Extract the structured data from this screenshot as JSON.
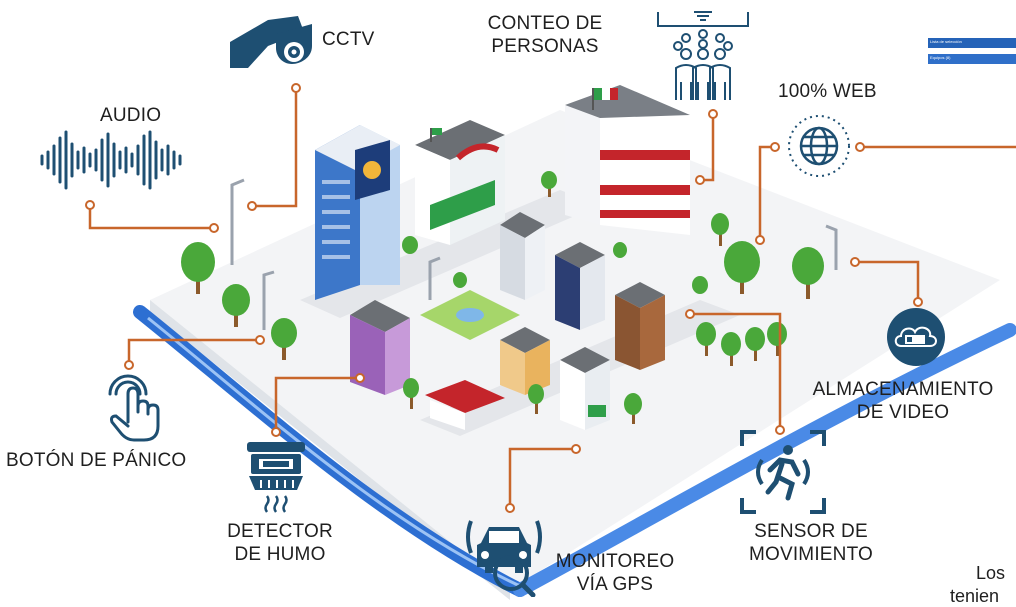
{
  "labels": {
    "audio": "AUDIO",
    "cctv": "CCTV",
    "conteo_1": "CONTEO DE",
    "conteo_2": "PERSONAS",
    "web": "100% WEB",
    "almacen_1": "ALMACENAMIENTO",
    "almacen_2": "DE VIDEO",
    "sensor_1": "SENSOR DE",
    "sensor_2": "MOVIMIENTO",
    "gps_1": "MONITOREO",
    "gps_2": "VÍA GPS",
    "humo_1": "DETECTOR",
    "humo_2": "DE HUMO",
    "panico": "BOTÓN DE PÁNICO"
  },
  "side_panel": {
    "row1": "Lista de selección",
    "row2": "Equipos (8)"
  },
  "cut_text": {
    "line1": "Los",
    "line2": "tenien"
  },
  "colors": {
    "icon_blue": "#1e4f72",
    "connector_orange": "#c8662b",
    "river_blue": "#2d6fd2",
    "panel_blue": "#2563b8"
  }
}
